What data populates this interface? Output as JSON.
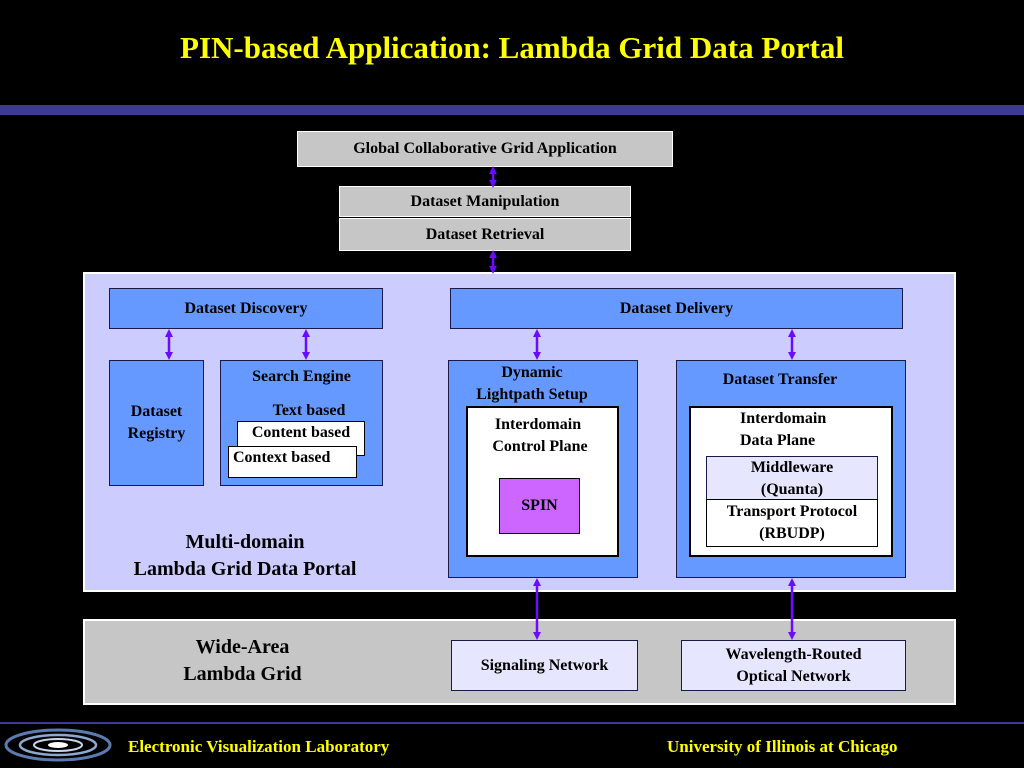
{
  "title": "PIN-based Application: Lambda Grid Data Portal",
  "top": {
    "global_app": "Global Collaborative Grid Application",
    "dataset_manipulation": "Dataset Manipulation",
    "dataset_retrieval": "Dataset Retrieval"
  },
  "portal": {
    "dataset_discovery": "Dataset Discovery",
    "dataset_delivery": "Dataset Delivery",
    "dataset_registry_line1": "Dataset",
    "dataset_registry_line2": "Registry",
    "search_engine": "Search Engine",
    "text_based": "Text based",
    "content_based": "Content based",
    "context_based": "Context based",
    "dynamic_line1": "Dynamic",
    "dynamic_line2": "Lightpath Setup",
    "interdomain_cp_line1": "Interdomain",
    "interdomain_cp_line2": "Control Plane",
    "spin": "SPIN",
    "dataset_transfer": "Dataset Transfer",
    "interdomain_dp_line1": "Interdomain",
    "interdomain_dp_line2": "Data Plane",
    "middleware_line1": "Middleware",
    "middleware_line2": "(Quanta)",
    "transport_line1": "Transport Protocol",
    "transport_line2": "(RBUDP)",
    "portal_label_line1": "Multi-domain",
    "portal_label_line2": "Lambda Grid Data Portal"
  },
  "grid": {
    "label_line1": "Wide-Area",
    "label_line2": "Lambda Grid",
    "signaling_network": "Signaling Network",
    "optical_line1": "Wavelength-Routed",
    "optical_line2": "Optical Network"
  },
  "footer": {
    "left": "Electronic Visualization Laboratory",
    "right": "University of Illinois at Chicago"
  },
  "colors": {
    "title": "#FFFF00",
    "bar": "#3B3B8F",
    "arrow": "#6A0DFF",
    "spin": "#CC66FF",
    "blue_box": "#6699FF",
    "lavender_panel": "#CCCCFF"
  }
}
